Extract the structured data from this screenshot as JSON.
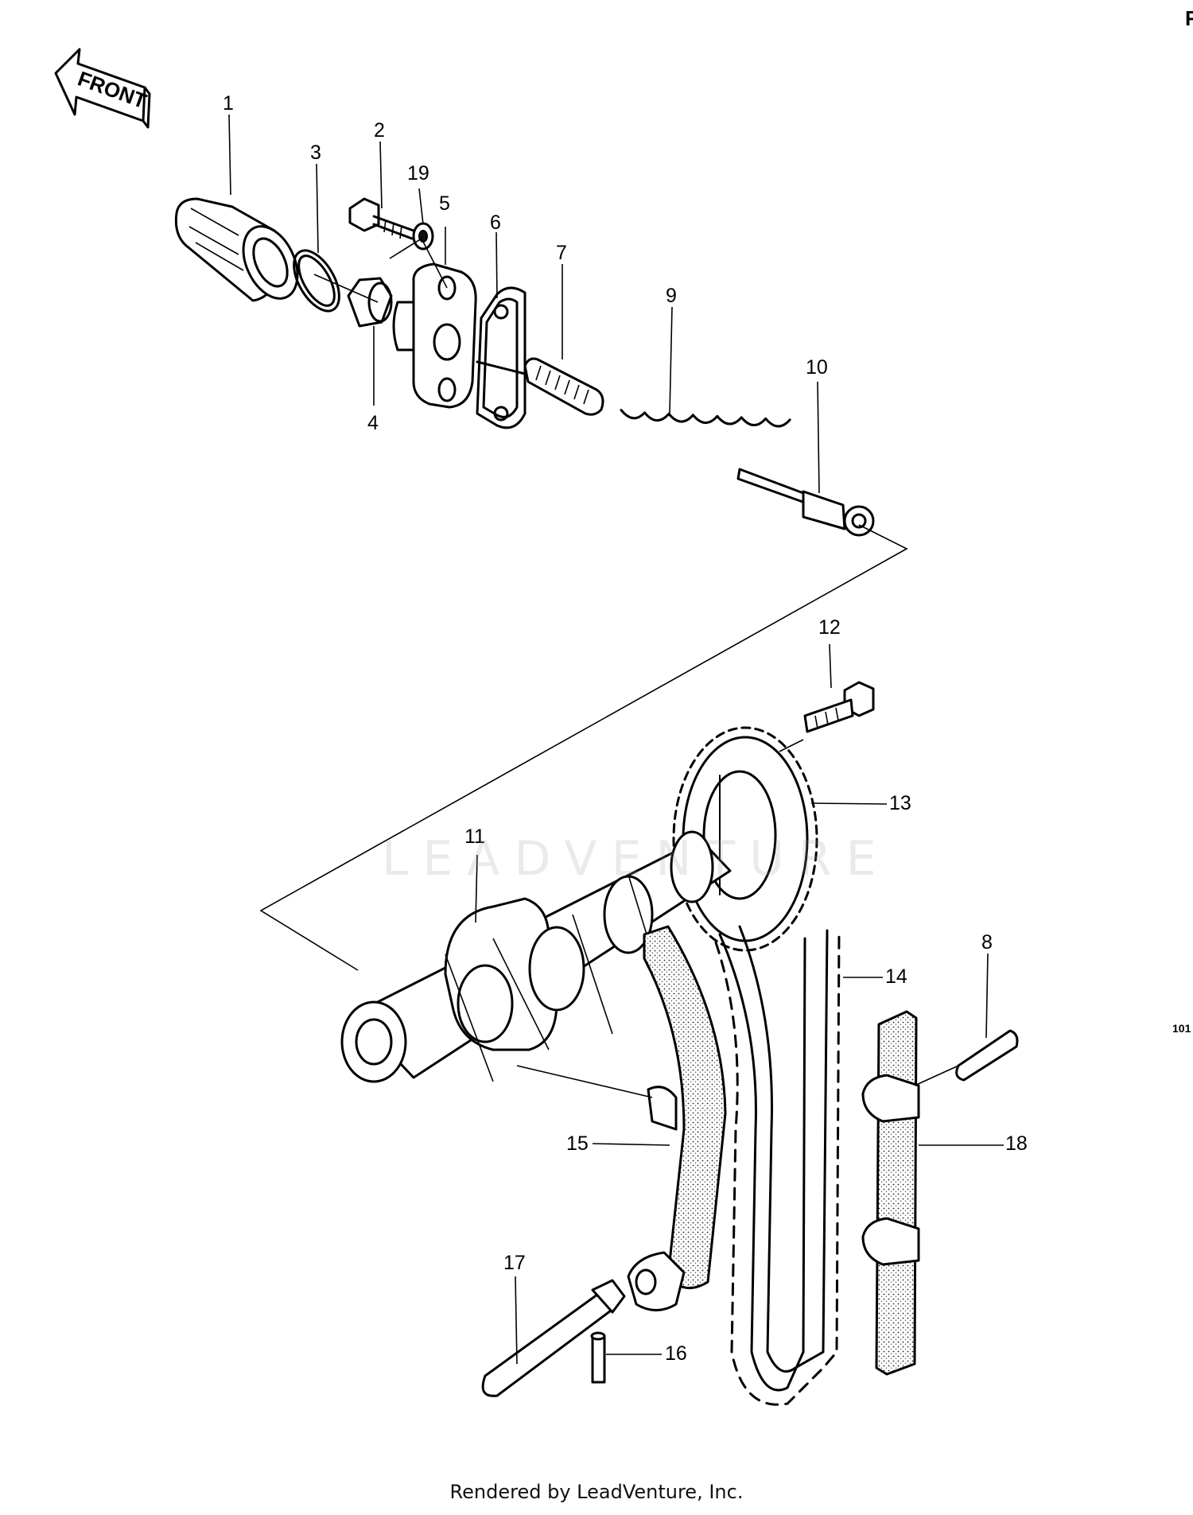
{
  "diagram": {
    "front_arrow_label": "FRONT",
    "callouts": [
      {
        "id": "c1",
        "text": "1"
      },
      {
        "id": "c2",
        "text": "2"
      },
      {
        "id": "c3",
        "text": "3"
      },
      {
        "id": "c4",
        "text": "4"
      },
      {
        "id": "c5",
        "text": "5"
      },
      {
        "id": "c6",
        "text": "6"
      },
      {
        "id": "c7",
        "text": "7"
      },
      {
        "id": "c8",
        "text": "8"
      },
      {
        "id": "c9",
        "text": "9"
      },
      {
        "id": "c10",
        "text": "10"
      },
      {
        "id": "c11",
        "text": "11"
      },
      {
        "id": "c12",
        "text": "12"
      },
      {
        "id": "c13",
        "text": "13"
      },
      {
        "id": "c14",
        "text": "14"
      },
      {
        "id": "c15",
        "text": "15"
      },
      {
        "id": "c16",
        "text": "16"
      },
      {
        "id": "c17",
        "text": "17"
      },
      {
        "id": "c18",
        "text": "18"
      },
      {
        "id": "c19",
        "text": "19"
      }
    ]
  },
  "watermark": "LEADVENTURE",
  "page_flag": "F",
  "side_number": "101",
  "footer": "Rendered by LeadVenture, Inc."
}
